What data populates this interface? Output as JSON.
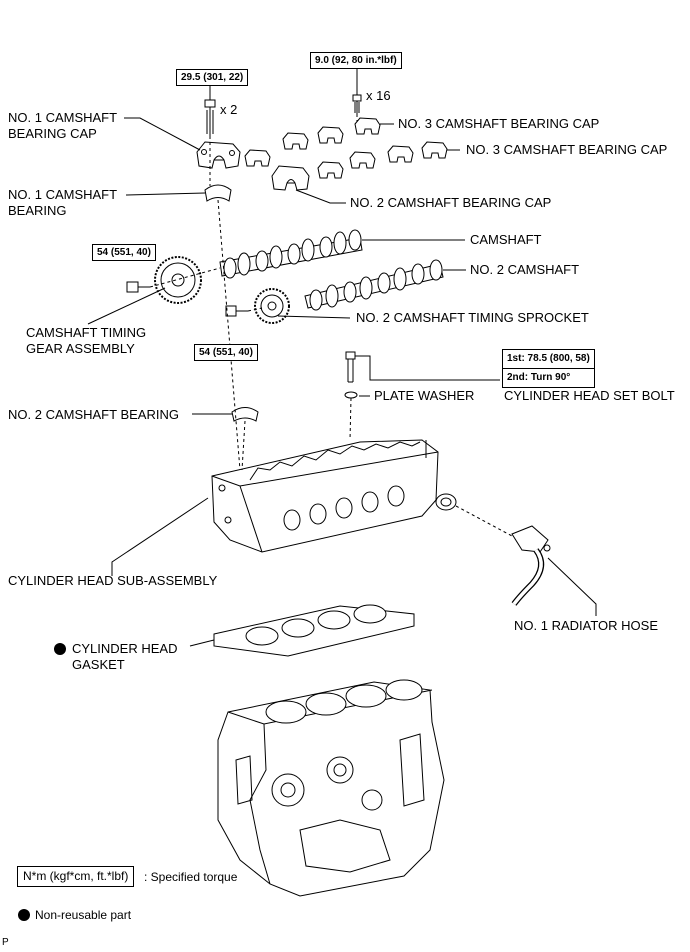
{
  "labels": {
    "no1_cap": "NO. 1 CAMSHAFT\nBEARING CAP",
    "no1_bearing": "NO. 1 CAMSHAFT\nBEARING",
    "no3_cap_a": "NO. 3 CAMSHAFT BEARING CAP",
    "no3_cap_b": "NO. 3 CAMSHAFT BEARING CAP",
    "no2_cap": "NO. 2 CAMSHAFT BEARING CAP",
    "camshaft": "CAMSHAFT",
    "no2_camshaft": "NO. 2 CAMSHAFT",
    "no2_sprocket": "NO. 2 CAMSHAFT TIMING SPROCKET",
    "timing_gear": "CAMSHAFT TIMING\nGEAR ASSEMBLY",
    "plate_washer": "PLATE WASHER",
    "head_bolt": "CYLINDER HEAD SET BOLT",
    "no2_bearing": "NO. 2 CAMSHAFT BEARING",
    "head_sub": "CYLINDER HEAD SUB-ASSEMBLY",
    "radiator_hose": "NO. 1 RADIATOR HOSE",
    "head_gasket": "CYLINDER HEAD\nGASKET"
  },
  "quantities": {
    "no1_bolts": "x 2",
    "no3_bolts": "x 16"
  },
  "torques": {
    "no1_cap": "29.5 (301, 22)",
    "no3_cap": "9.0 (92, 80 in.*lbf)",
    "timing_gear": "54 (551, 40)",
    "sprocket": "54 (551, 40)",
    "head_bolt_1": "1st: 78.5 (800, 58)",
    "head_bolt_2": "2nd: Turn 90°"
  },
  "legend": {
    "torque_unit": "N*m (kgf*cm, ft.*lbf)",
    "torque_text": ": Specified torque",
    "nonreusable_text": "Non-reusable part"
  },
  "figure_code": "P"
}
